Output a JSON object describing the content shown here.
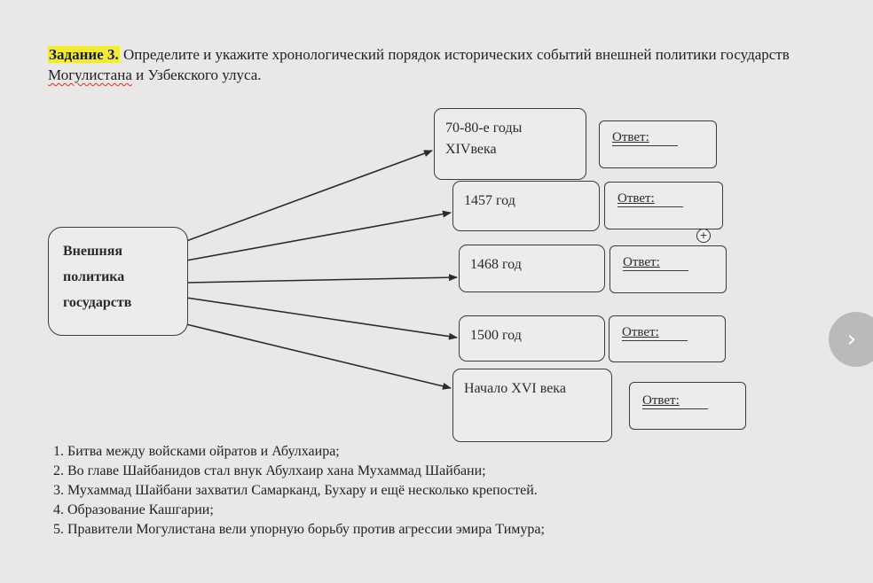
{
  "task": {
    "label": "Задание 3.",
    "text_before": " Определите и укажите хронологический порядок исторических событий внешней политики государств ",
    "wavy_word": "Могулистана",
    "text_after": " и Узбекского улуса."
  },
  "main_box": {
    "line1": "Внешняя",
    "line2": "политика",
    "line3": "государств"
  },
  "events": [
    {
      "line1": "70-80-е годы",
      "line2": "XIVвека",
      "answer": "Ответ:"
    },
    {
      "line1": "1457 год",
      "line2": "",
      "answer": "Ответ:"
    },
    {
      "line1": "1468 год",
      "line2": "",
      "answer": "Ответ:"
    },
    {
      "line1": "1500 год",
      "line2": "",
      "answer": "Ответ:"
    },
    {
      "line1": "Начало XVI века",
      "line2": "",
      "answer": "Ответ:"
    }
  ],
  "options": [
    "1. Битва между войсками ойратов и Абулхаира;",
    "2. Во главе Шайбанидов стал внук Абулхаир хана Мухаммад Шайбани;",
    "3. Мухаммад Шайбани захватил Самарканд, Бухару и ещё несколько крепостей.",
    "4. Образование Кашгарии;",
    "5. Правители Могулистана вели упорную борьбу против агрессии эмира Тимура;"
  ],
  "nav": {
    "next_glyph": "›"
  },
  "zoom": {
    "glyph": "+"
  }
}
